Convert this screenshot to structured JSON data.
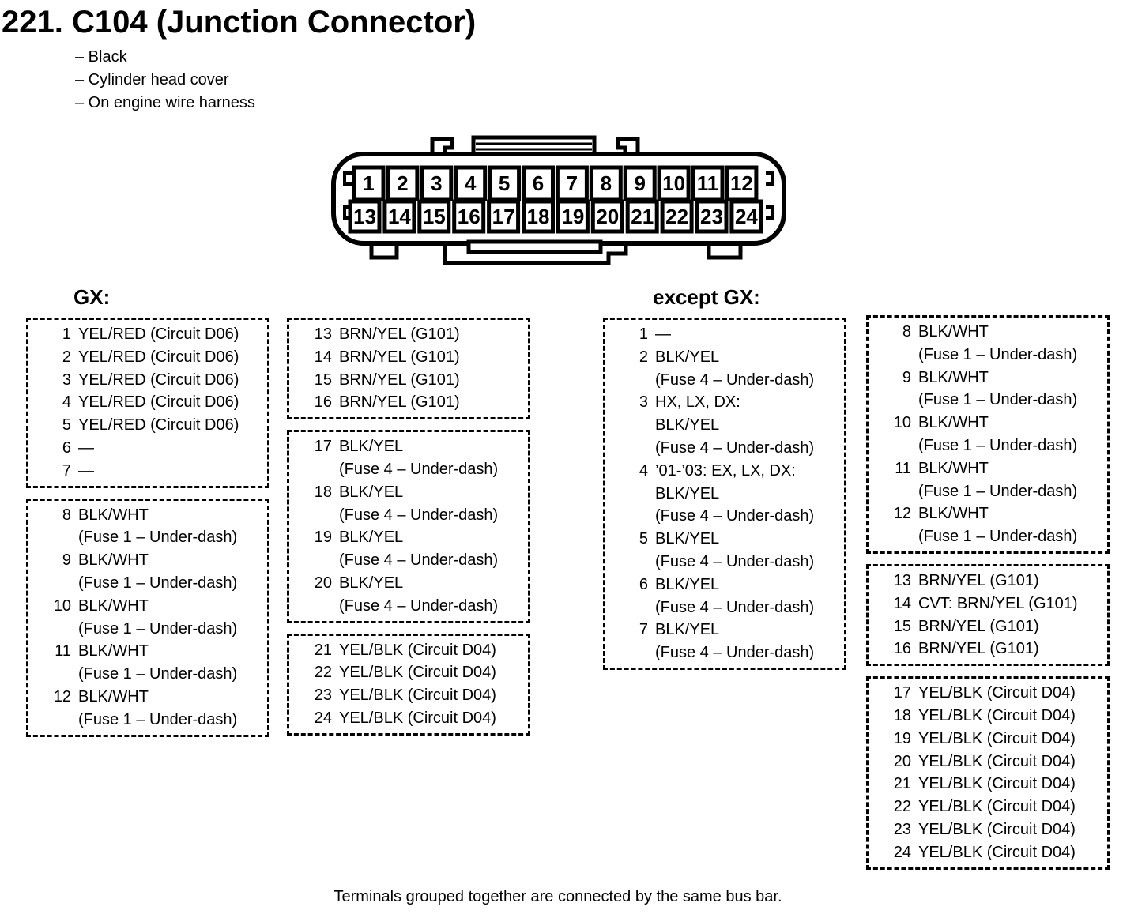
{
  "page": {
    "number": "221.",
    "title": "C104 (Junction Connector)",
    "details": [
      "– Black",
      "– Cylinder head cover",
      "– On engine wire harness"
    ],
    "footnote": "Terminals grouped together are connected by the same bus bar."
  },
  "connector": {
    "name": "C104",
    "row1_pins": [
      "1",
      "2",
      "3",
      "4",
      "5",
      "6",
      "7",
      "8",
      "9",
      "10",
      "11",
      "12"
    ],
    "row2_pins": [
      "13",
      "14",
      "15",
      "16",
      "17",
      "18",
      "19",
      "20",
      "21",
      "22",
      "23",
      "24"
    ]
  },
  "sections": [
    {
      "label": "GX:",
      "columns": [
        {
          "groups": [
            {
              "entries": [
                {
                  "pin": "1",
                  "lines": [
                    "YEL/RED (Circuit D06)"
                  ]
                },
                {
                  "pin": "2",
                  "lines": [
                    "YEL/RED (Circuit D06)"
                  ]
                },
                {
                  "pin": "3",
                  "lines": [
                    "YEL/RED (Circuit D06)"
                  ]
                },
                {
                  "pin": "4",
                  "lines": [
                    "YEL/RED (Circuit D06)"
                  ]
                },
                {
                  "pin": "5",
                  "lines": [
                    "YEL/RED (Circuit D06)"
                  ]
                },
                {
                  "pin": "6",
                  "lines": [
                    "—"
                  ]
                },
                {
                  "pin": "7",
                  "lines": [
                    "—"
                  ]
                }
              ]
            },
            {
              "entries": [
                {
                  "pin": "8",
                  "lines": [
                    "BLK/WHT",
                    "(Fuse 1 – Under-dash)"
                  ]
                },
                {
                  "pin": "9",
                  "lines": [
                    "BLK/WHT",
                    "(Fuse 1 – Under-dash)"
                  ]
                },
                {
                  "pin": "10",
                  "lines": [
                    "BLK/WHT",
                    "(Fuse 1 – Under-dash)"
                  ]
                },
                {
                  "pin": "11",
                  "lines": [
                    "BLK/WHT",
                    "(Fuse 1 – Under-dash)"
                  ]
                },
                {
                  "pin": "12",
                  "lines": [
                    "BLK/WHT",
                    "(Fuse 1 – Under-dash)"
                  ]
                }
              ]
            }
          ]
        },
        {
          "groups": [
            {
              "entries": [
                {
                  "pin": "13",
                  "lines": [
                    "BRN/YEL (G101)"
                  ]
                },
                {
                  "pin": "14",
                  "lines": [
                    "BRN/YEL (G101)"
                  ]
                },
                {
                  "pin": "15",
                  "lines": [
                    "BRN/YEL (G101)"
                  ]
                },
                {
                  "pin": "16",
                  "lines": [
                    "BRN/YEL (G101)"
                  ]
                }
              ]
            },
            {
              "entries": [
                {
                  "pin": "17",
                  "lines": [
                    "BLK/YEL",
                    "(Fuse 4 – Under-dash)"
                  ]
                },
                {
                  "pin": "18",
                  "lines": [
                    "BLK/YEL",
                    "(Fuse 4 – Under-dash)"
                  ]
                },
                {
                  "pin": "19",
                  "lines": [
                    "BLK/YEL",
                    "(Fuse 4 – Under-dash)"
                  ]
                },
                {
                  "pin": "20",
                  "lines": [
                    "BLK/YEL",
                    "(Fuse 4 – Under-dash)"
                  ]
                }
              ]
            },
            {
              "entries": [
                {
                  "pin": "21",
                  "lines": [
                    "YEL/BLK (Circuit D04)"
                  ]
                },
                {
                  "pin": "22",
                  "lines": [
                    "YEL/BLK (Circuit D04)"
                  ]
                },
                {
                  "pin": "23",
                  "lines": [
                    "YEL/BLK (Circuit D04)"
                  ]
                },
                {
                  "pin": "24",
                  "lines": [
                    "YEL/BLK (Circuit D04)"
                  ]
                }
              ]
            }
          ]
        }
      ]
    },
    {
      "label": "except GX:",
      "columns": [
        {
          "groups": [
            {
              "entries": [
                {
                  "pin": "1",
                  "lines": [
                    "—"
                  ]
                },
                {
                  "pin": "2",
                  "lines": [
                    "BLK/YEL",
                    "(Fuse 4 – Under-dash)"
                  ]
                },
                {
                  "pin": "3",
                  "lines": [
                    "HX, LX, DX:",
                    "BLK/YEL",
                    "(Fuse 4 – Under-dash)"
                  ]
                },
                {
                  "pin": "4",
                  "lines": [
                    "’01-’03: EX, LX, DX:",
                    "BLK/YEL",
                    "(Fuse 4 – Under-dash)"
                  ]
                },
                {
                  "pin": "5",
                  "lines": [
                    "BLK/YEL",
                    "(Fuse 4 – Under-dash)"
                  ]
                },
                {
                  "pin": "6",
                  "lines": [
                    "BLK/YEL",
                    "(Fuse 4 – Under-dash)"
                  ]
                },
                {
                  "pin": "7",
                  "lines": [
                    "BLK/YEL",
                    "(Fuse 4 – Under-dash)"
                  ]
                }
              ]
            }
          ]
        },
        {
          "groups": [
            {
              "entries": [
                {
                  "pin": "8",
                  "lines": [
                    "BLK/WHT",
                    "(Fuse 1 – Under-dash)"
                  ]
                },
                {
                  "pin": "9",
                  "lines": [
                    "BLK/WHT",
                    "(Fuse 1 – Under-dash)"
                  ]
                },
                {
                  "pin": "10",
                  "lines": [
                    "BLK/WHT",
                    "(Fuse 1 – Under-dash)"
                  ]
                },
                {
                  "pin": "11",
                  "lines": [
                    "BLK/WHT",
                    "(Fuse 1 – Under-dash)"
                  ]
                },
                {
                  "pin": "12",
                  "lines": [
                    "BLK/WHT",
                    "(Fuse 1 – Under-dash)"
                  ]
                }
              ]
            },
            {
              "entries": [
                {
                  "pin": "13",
                  "lines": [
                    "BRN/YEL (G101)"
                  ]
                },
                {
                  "pin": "14",
                  "lines": [
                    "CVT: BRN/YEL (G101)"
                  ]
                },
                {
                  "pin": "15",
                  "lines": [
                    "BRN/YEL (G101)"
                  ]
                },
                {
                  "pin": "16",
                  "lines": [
                    "BRN/YEL (G101)"
                  ]
                }
              ]
            },
            {
              "entries": [
                {
                  "pin": "17",
                  "lines": [
                    "YEL/BLK (Circuit D04)"
                  ]
                },
                {
                  "pin": "18",
                  "lines": [
                    "YEL/BLK (Circuit D04)"
                  ]
                },
                {
                  "pin": "19",
                  "lines": [
                    "YEL/BLK (Circuit D04)"
                  ]
                },
                {
                  "pin": "20",
                  "lines": [
                    "YEL/BLK (Circuit D04)"
                  ]
                },
                {
                  "pin": "21",
                  "lines": [
                    "YEL/BLK (Circuit D04)"
                  ]
                },
                {
                  "pin": "22",
                  "lines": [
                    "YEL/BLK (Circuit D04)"
                  ]
                },
                {
                  "pin": "23",
                  "lines": [
                    "YEL/BLK (Circuit D04)"
                  ]
                },
                {
                  "pin": "24",
                  "lines": [
                    "YEL/BLK (Circuit D04)"
                  ]
                }
              ]
            }
          ]
        }
      ]
    }
  ]
}
